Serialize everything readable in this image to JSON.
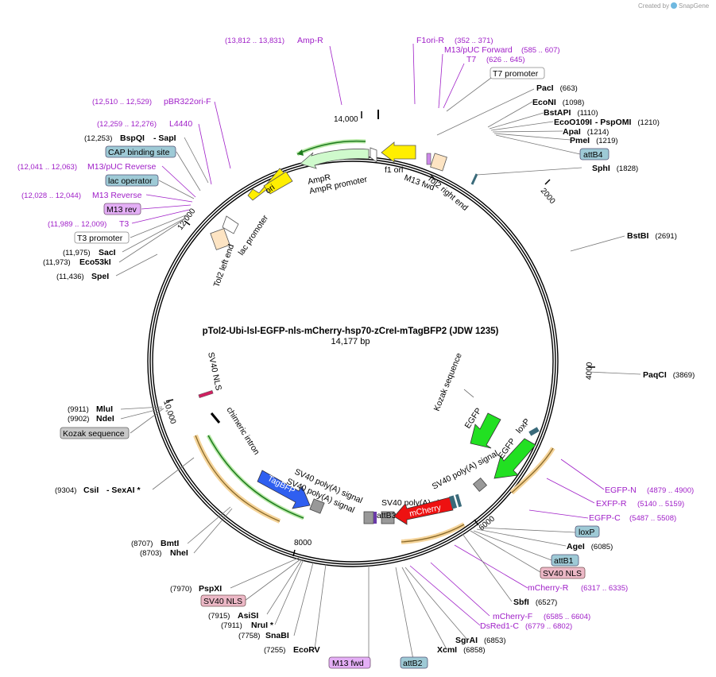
{
  "credit": {
    "prefix": "Created by",
    "brand": "SnapGene"
  },
  "title": "pTol2-Ubi-lsl-EGFP-nls-mCherry-hsp70-zCreI-mTagBFP2 (JDW 1235)",
  "size": "14,177 bp",
  "ticks": [
    "2000",
    "4000",
    "6000",
    "8000",
    "10,000",
    "12,000",
    "14,000"
  ],
  "labels": {
    "ampR_site": {
      "pos": "(13,812 .. 13,831)",
      "name": "Amp-R"
    },
    "f1ori_r": {
      "name": "F1ori-R",
      "pos": "(352 .. 371)"
    },
    "m13_fwd_site": {
      "name": "M13/pUC Forward",
      "pos": "(585 .. 607)"
    },
    "t7": {
      "name": "T7",
      "pos": "(626 .. 645)"
    },
    "t7_promoter": "T7 promoter",
    "paci": {
      "name": "PacI",
      "pos": "(663)"
    },
    "ecoNI": {
      "name": "EcoNI",
      "pos": "(1098)"
    },
    "bstAPI": {
      "name": "BstAPI",
      "pos": "(1110)"
    },
    "eco0109I": {
      "name": "EcoO109I",
      "sep": "- PspOMI",
      "pos": "(1210)"
    },
    "apaI": {
      "name": "ApaI",
      "pos": "(1214)"
    },
    "pmeI": {
      "name": "PmeI",
      "pos": "(1219)"
    },
    "attB4": "attB4",
    "sphI": {
      "name": "SphI",
      "pos": "(1828)"
    },
    "bstBI": {
      "name": "BstBI",
      "pos": "(2691)"
    },
    "paqCI": {
      "name": "PaqCI",
      "pos": "(3869)"
    },
    "egfpN": {
      "name": "EGFP-N",
      "pos": "(4879 .. 4900)"
    },
    "exfpR": {
      "name": "EXFP-R",
      "pos": "(5140 .. 5159)"
    },
    "egfpC": {
      "name": "EGFP-C",
      "pos": "(5487 .. 5508)"
    },
    "loxP": "loxP",
    "ageI": {
      "name": "AgeI",
      "pos": "(6085)"
    },
    "attB1": "attB1",
    "sv40nls_r": "SV40 NLS",
    "mcherryR": {
      "name": "mCherry-R",
      "pos": "(6317 .. 6335)"
    },
    "sbfI": {
      "name": "SbfI",
      "pos": "(6527)"
    },
    "mcherryF": {
      "name": "mCherry-F",
      "pos": "(6585 .. 6604)"
    },
    "dsred1C": {
      "name": "DsRed1-C",
      "pos": "(6779 .. 6802)"
    },
    "sgrAI": {
      "name": "SgrAI",
      "pos": "(6853)"
    },
    "xcmI": {
      "name": "XcmI",
      "pos": "(6858)"
    },
    "attB2": "attB2",
    "m13fwd_b": "M13 fwd",
    "ecoRV": {
      "pos": "(7255)",
      "name": "EcoRV"
    },
    "snaBI": {
      "pos": "(7758)",
      "name": "SnaBI"
    },
    "nruI": {
      "pos": "(7911)",
      "name": "NruI *"
    },
    "asiSI": {
      "pos": "(7915)",
      "name": "AsiSI"
    },
    "sv40nls_l": "SV40 NLS",
    "pspXI": {
      "pos": "(7970)",
      "name": "PspXI"
    },
    "nheI": {
      "pos": "(8703)",
      "name": "NheI"
    },
    "bmtI": {
      "pos": "(8707)",
      "name": "BmtI"
    },
    "csiI": {
      "pos": "(9304)",
      "name": "CsiI",
      "sep": "- SexAI *"
    },
    "kozak_l": "Kozak sequence",
    "ndeI": {
      "pos": "(9902)",
      "name": "NdeI"
    },
    "mluI": {
      "pos": "(9911)",
      "name": "MluI"
    },
    "speI": {
      "pos": "(11,436)",
      "name": "SpeI"
    },
    "eco53kI": {
      "pos": "(11,973)",
      "name": "Eco53kI"
    },
    "sacI": {
      "pos": "(11,975)",
      "name": "SacI"
    },
    "t3_promoter": "T3 promoter",
    "t3": {
      "pos": "(11,989 .. 12,009)",
      "name": "T3"
    },
    "m13rev": "M13 rev",
    "m13reverse": {
      "pos": "(12,028 .. 12,044)",
      "name": "M13 Reverse"
    },
    "lac_operator": "lac operator",
    "m13pucrev": {
      "pos": "(12,041 .. 12,063)",
      "name": "M13/pUC Reverse"
    },
    "cap_site": "CAP binding site",
    "bspQI": {
      "pos": "(12,253)",
      "name": "BspQI",
      "sep": "- SapI"
    },
    "l4440": {
      "pos": "(12,259 .. 12,276)",
      "name": "L4440"
    },
    "pbr322": {
      "pos": "(12,510 .. 12,529)",
      "name": "pBR322ori-F"
    }
  },
  "features": {
    "ori": "ori",
    "f1ori": "f1 ori",
    "ampR": "AmpR",
    "ampR_promoter": "AmpR promoter",
    "m13fwd": "M13 fwd",
    "tol2_right": "Tol2 right end",
    "tol2_left": "Tol2 left end",
    "lac_promoter": "lac promoter",
    "sv40_nls": "SV40 NLS",
    "chimeric_intron": "chimeric intron",
    "tagbfp": "TagBFP",
    "sv40pa_1": "SV40 poly(A) signal",
    "sv40pa_2": "SV40 poly(A) signal",
    "attB3": "attB3",
    "sv40pa_3": "SV40 poly(A) signal",
    "sv40pa_4": "SV40 poly(A) signal",
    "mcherry": "mCherry",
    "egfp1": "EGFP",
    "egfp2": "EGFP",
    "loxp": "loxP",
    "kozak": "Kozak sequence"
  },
  "colors": {
    "primer": "#a020c8",
    "site_line": "#777777",
    "yellow": "#ffee00",
    "green": "#22e022",
    "pale_green": "#cffacc",
    "orange": "#fde4c3",
    "blue": "#2f5ff0",
    "red": "#ee1111",
    "box_blue": "#9ecad6",
    "box_pink": "#ecb8c6",
    "box_purple": "#e4aff6",
    "box_grey": "#c8c8c8"
  }
}
